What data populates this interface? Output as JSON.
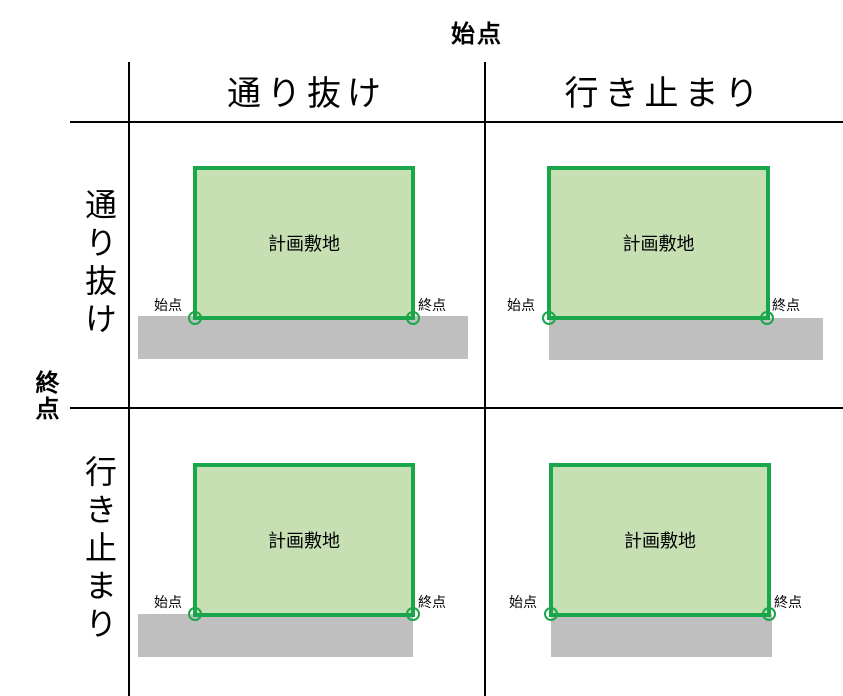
{
  "axis": {
    "start_title": "始点",
    "end_title": "終点"
  },
  "columns": [
    {
      "label": "通り抜け"
    },
    {
      "label": "行き止まり"
    }
  ],
  "rows": [
    {
      "label": "通り抜け"
    },
    {
      "label": "行き止まり"
    }
  ],
  "cells": [
    {
      "site_label": "計画敷地",
      "start_label": "始点",
      "end_label": "終点"
    },
    {
      "site_label": "計画敷地",
      "start_label": "始点",
      "end_label": "終点"
    },
    {
      "site_label": "計画敷地",
      "start_label": "始点",
      "end_label": "終点"
    },
    {
      "site_label": "計画敷地",
      "start_label": "始点",
      "end_label": "終点"
    }
  ],
  "colors": {
    "site_fill": "#c6e0b4",
    "site_border": "#1aa64a",
    "road": "#bfbfbf",
    "grid_line": "#000000"
  }
}
